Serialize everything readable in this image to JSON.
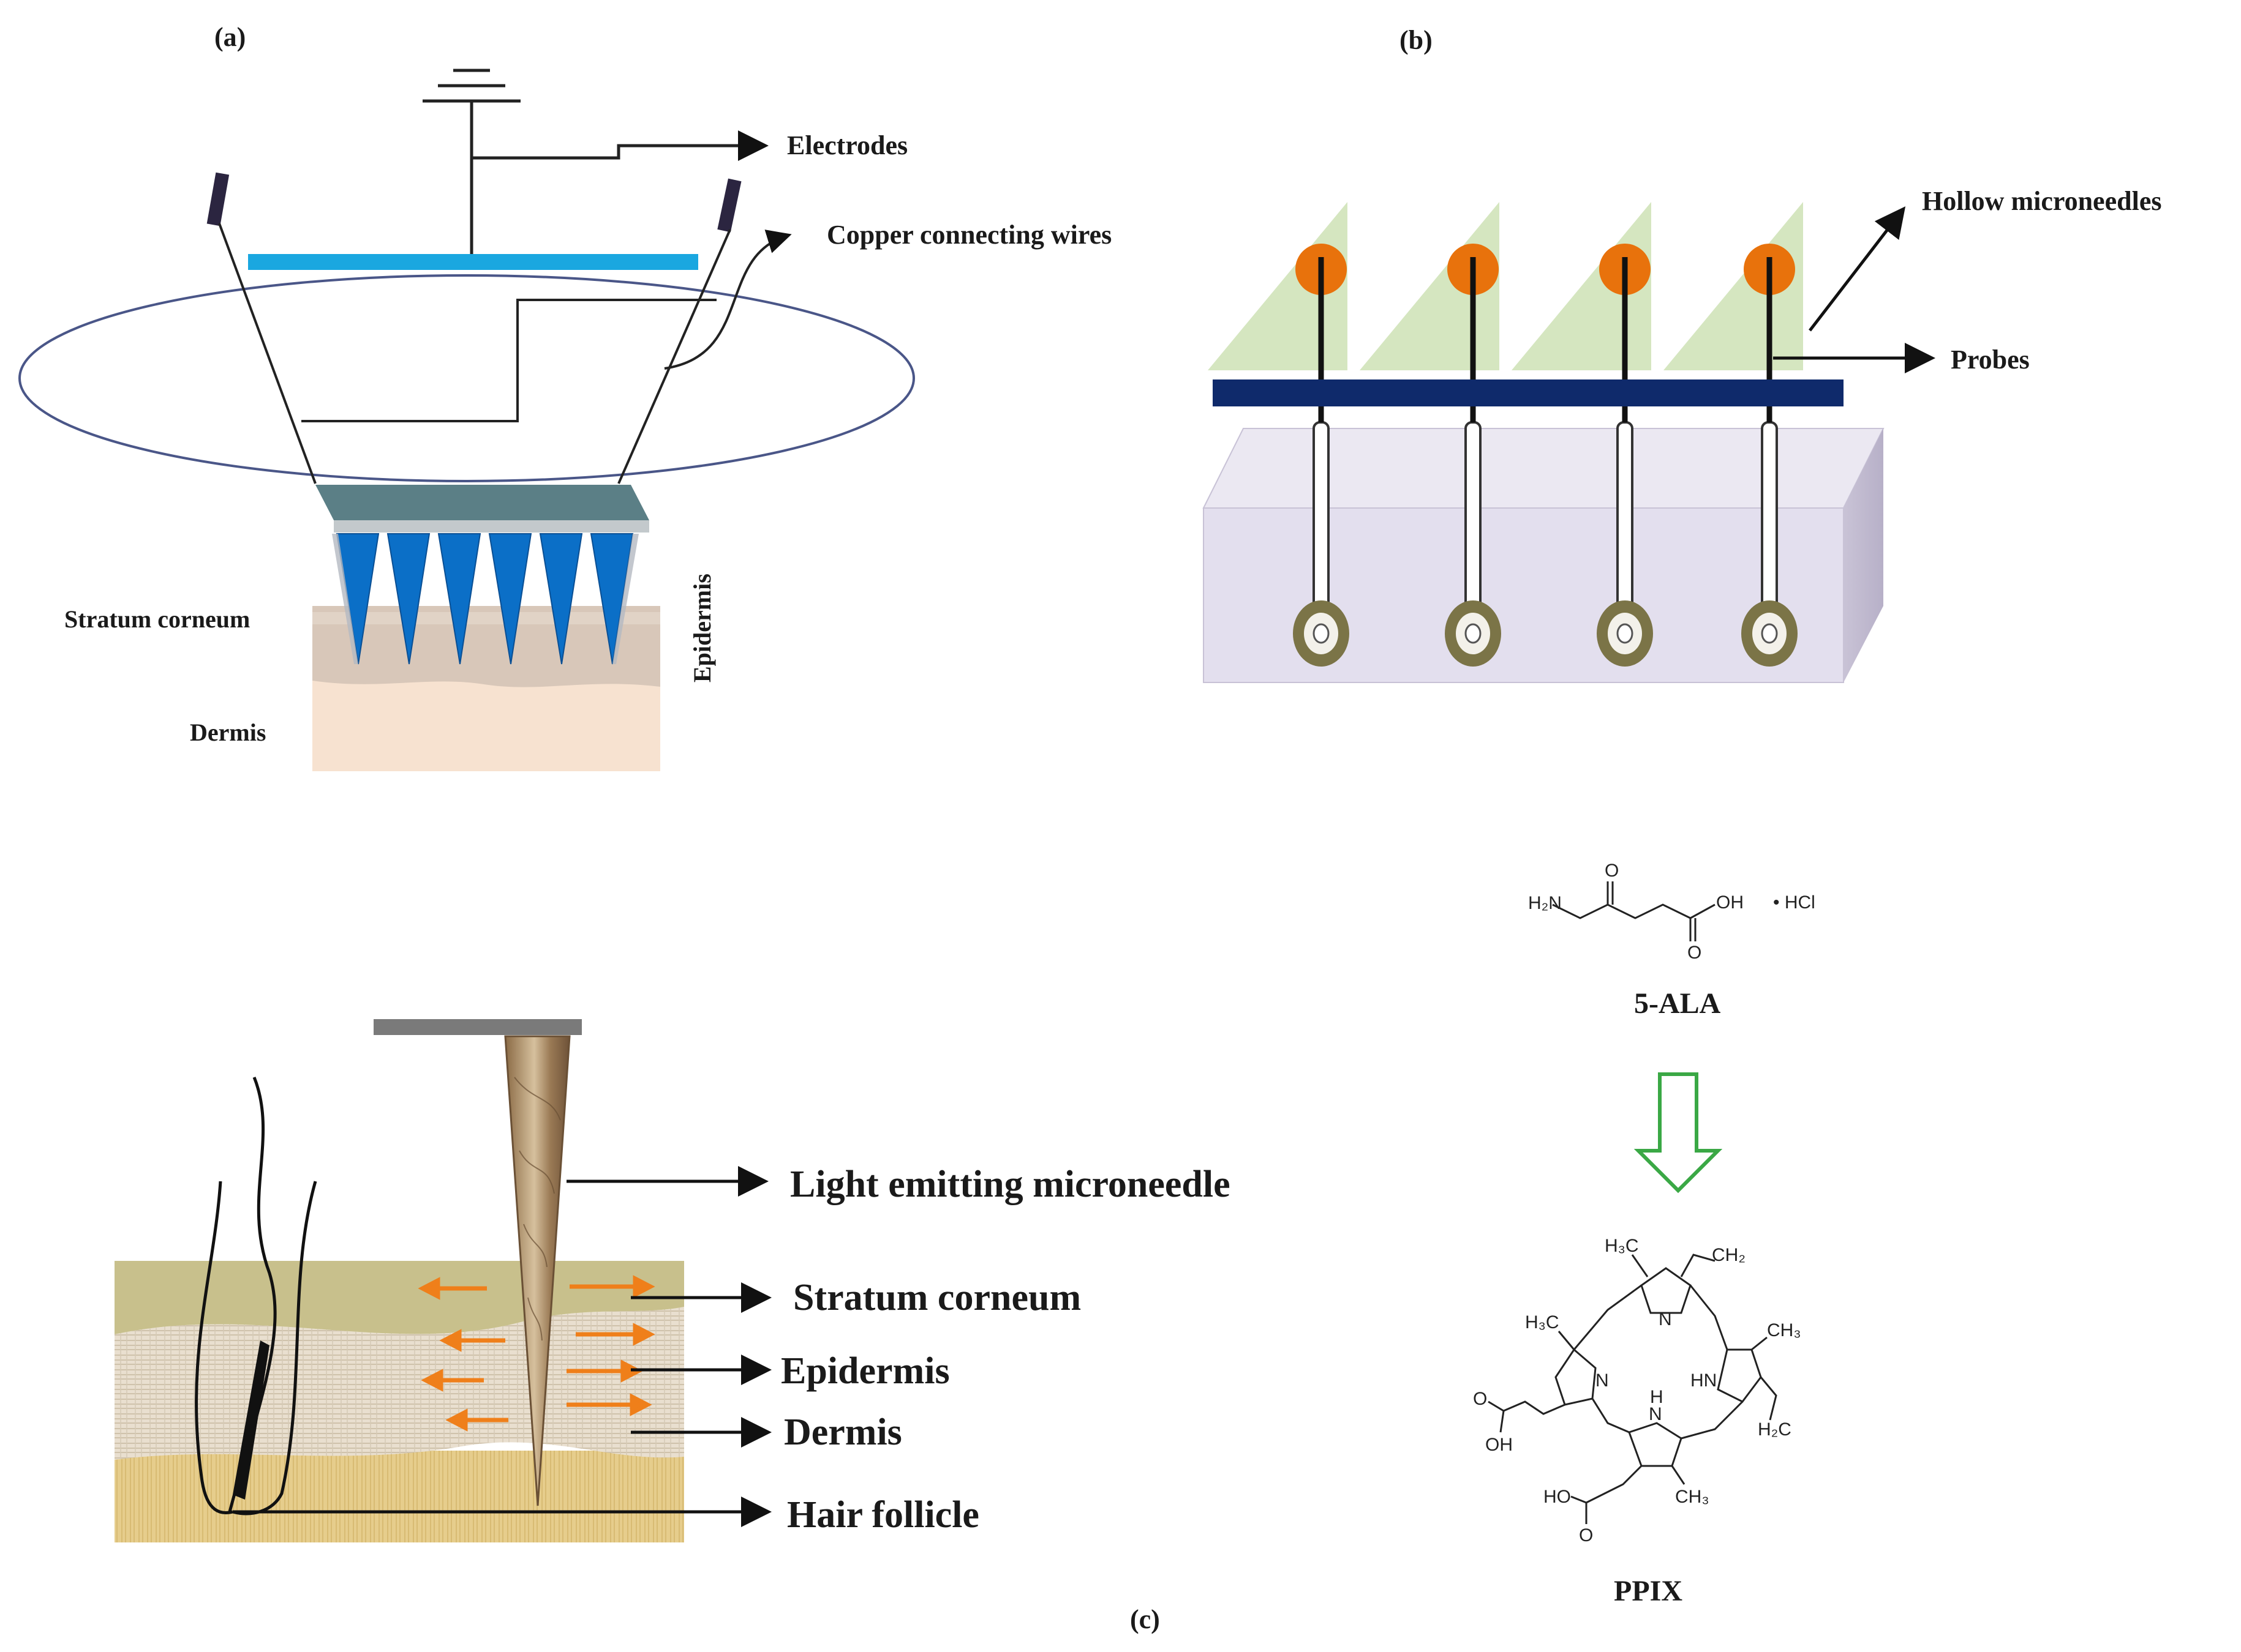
{
  "panels": {
    "a": {
      "tag": "(a)",
      "electrodes": "Electrodes",
      "copper_wires": "Copper connecting wires",
      "stratum_corneum": "Stratum corneum",
      "dermis": "Dermis",
      "epidermis": "Epidermis"
    },
    "b": {
      "tag": "(b)",
      "hollow_microneedles": "Hollow microneedles",
      "probes": "Probes"
    },
    "c": {
      "tag": "(c)",
      "light_emitting_microneedle": "Light emitting microneedle",
      "stratum_corneum": "Stratum corneum",
      "epidermis": "Epidermis",
      "dermis": "Dermis",
      "hair_follicle": "Hair follicle"
    },
    "chemistry": {
      "ala_name": "5-ALA",
      "ala_h2n": "H₂N",
      "ala_o_top": "O",
      "ala_oh": "OH",
      "ala_o_bottom": "O",
      "ala_hcl": "• HCl",
      "ppix_name": "PPIX",
      "h3c_1": "H₃C",
      "ch2": "CH₂",
      "h3c_2": "H₃C",
      "ch3_1": "CH₃",
      "n_1": "N",
      "n_2": "N",
      "hn_1": "HN",
      "n_3": "N",
      "h_1": "H",
      "o_1": "O",
      "oh_1": "OH",
      "h2c": "H₂C",
      "ho_1": "HO",
      "o_2": "O",
      "ch3_2": "CH₃"
    }
  },
  "colors": {
    "electrode_bar": "#1aa7e0",
    "microneedle_blue": "#0b6fc7",
    "base_plate": "#5b7f86",
    "orange_dot": "#e8720c",
    "navy_bar": "#0f2a6b",
    "triangle_green": "#d5e6c0",
    "block_lavender": "#e3dfee",
    "ring_olive": "#7b7447",
    "arrow_green": "#3aa845",
    "arrow_orange": "#ef7f1a"
  }
}
